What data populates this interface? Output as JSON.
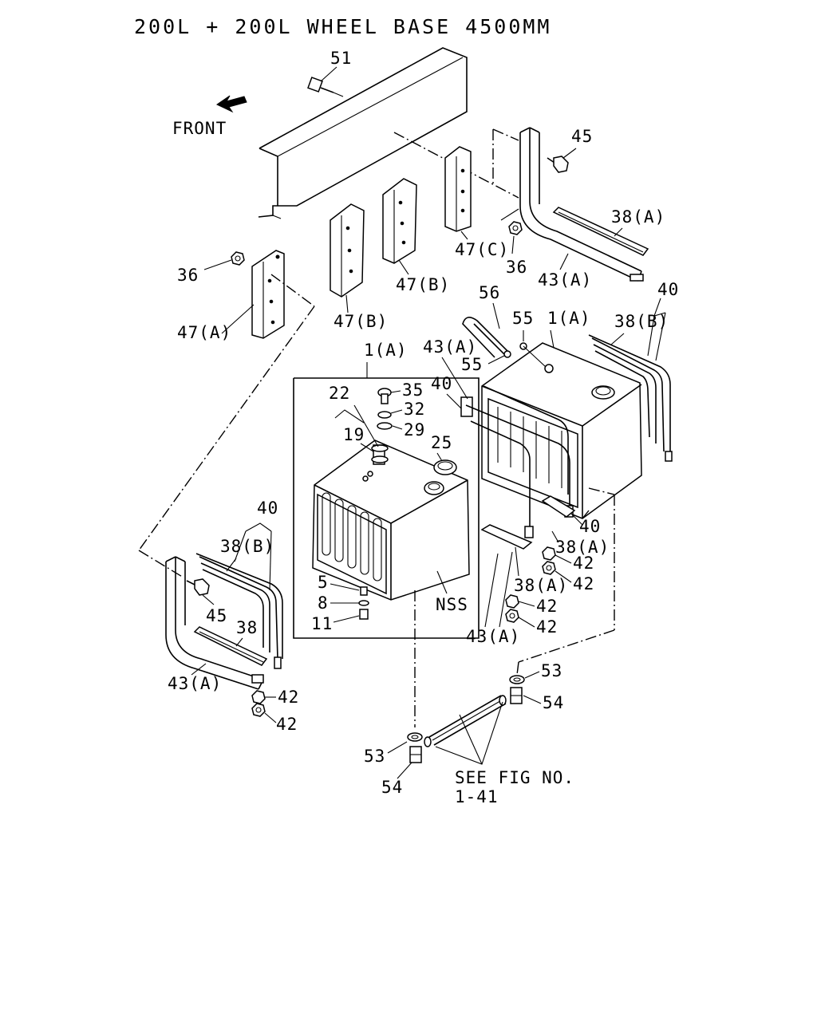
{
  "title": "200L + 200L WHEEL BASE 4500MM",
  "front_label": "FRONT",
  "see_fig": {
    "line1": "SEE FIG NO.",
    "line2": "1-41"
  },
  "callouts": {
    "c51": "51",
    "c45a": "45",
    "c38a_top": "38(A)",
    "c47c": "47(C)",
    "c36a": "36",
    "c43a_top": "43(A)",
    "c36b": "36",
    "c47a": "47(A)",
    "c47b_1": "47(B)",
    "c47b_2": "47(B)",
    "c56": "56",
    "c55a": "55",
    "c1a_r": "1(A)",
    "c40_r": "40",
    "c38b_r": "38(B)",
    "c43a_mid": "43(A)",
    "c55b": "55",
    "c40_mid": "40",
    "c1a_box": "1(A)",
    "c22": "22",
    "c35": "35",
    "c32": "32",
    "c29": "29",
    "c19": "19",
    "c25": "25",
    "c5": "5",
    "c8": "8",
    "c11": "11",
    "cnss": "NSS",
    "c40_r2": "40",
    "c38a_r2": "38(A)",
    "c42_1": "42",
    "c38a_r3": "38(A)",
    "c42_2": "42",
    "c42_3": "42",
    "c42_4": "42",
    "c43a_bot": "43(A)",
    "c40_l": "40",
    "c38b_l": "38(B)",
    "c45b": "45",
    "c38_l": "38",
    "c43a_l": "43(A)",
    "c42_l1": "42",
    "c42_l2": "42",
    "c53a": "53",
    "c54a": "54",
    "c53b": "53",
    "c54b": "54"
  }
}
